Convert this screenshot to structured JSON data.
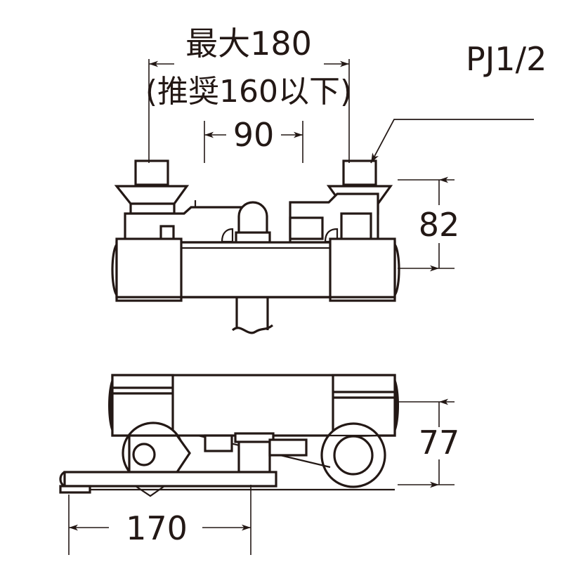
{
  "drawing": {
    "title": "thermostatic bath shower mixer faucet dimensional drawing",
    "line_color": "#231815",
    "background_color": "#ffffff",
    "views": [
      {
        "name": "front-elevation-view",
        "position": "upper"
      },
      {
        "name": "top-plan-view",
        "position": "lower"
      }
    ]
  },
  "dimensions": {
    "max_spacing": {
      "label_main": "最大180",
      "label_sub": "(推奨160以下)",
      "value": 180,
      "unit": "mm",
      "orientation": "horizontal",
      "name": "maximum-mounting-spacing"
    },
    "center_spacing": {
      "label": "90",
      "value": 90,
      "unit": "mm",
      "orientation": "horizontal",
      "name": "center-to-center-spacing"
    },
    "height_front": {
      "label": "82",
      "value": 82,
      "unit": "mm",
      "orientation": "vertical",
      "name": "body-height"
    },
    "height_top": {
      "label": "77",
      "value": 77,
      "unit": "mm",
      "orientation": "vertical",
      "name": "projection-height"
    },
    "depth": {
      "label": "170",
      "value": 170,
      "unit": "mm",
      "orientation": "horizontal",
      "name": "overall-depth"
    }
  },
  "callouts": {
    "thread": {
      "label": "PJ1/2",
      "name": "thread-size-callout",
      "description": "inlet connection thread size"
    }
  }
}
